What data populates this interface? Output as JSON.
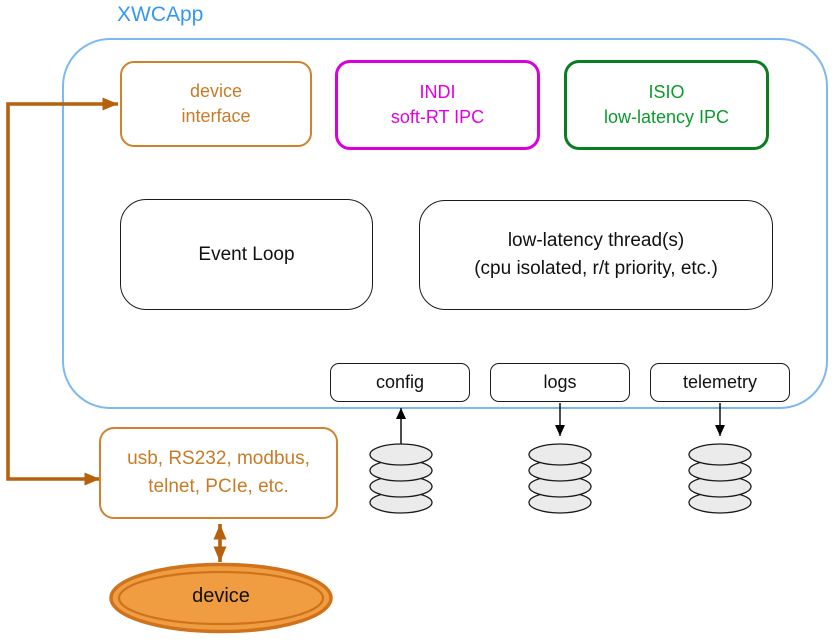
{
  "title": "XWCApp",
  "nodes": {
    "device_interface": {
      "label": "device\ninterface"
    },
    "indi": {
      "label": "INDI\nsoft-RT IPC"
    },
    "isio": {
      "label": "ISIO\nlow-latency IPC"
    },
    "event_loop": {
      "label": "Event Loop"
    },
    "low_latency_threads": {
      "label": "low-latency thread(s)\n(cpu isolated, r/t priority, etc.)"
    },
    "config": {
      "label": "config"
    },
    "logs": {
      "label": "logs"
    },
    "telemetry": {
      "label": "telemetry"
    },
    "usb_interfaces": {
      "label": "usb, RS232, modbus,\ntelnet, PCIe, etc."
    },
    "device": {
      "label": "device"
    }
  },
  "icons": {
    "config_store": "database-icon",
    "logs_store": "database-icon",
    "telemetry_store": "database-icon"
  },
  "edges": {
    "usb_to_device_interface": "bidirectional-orange-bracket-arrow",
    "usb_to_device": "double-headed-orange-arrow",
    "config_store_to_config": "up-arrow",
    "logs_to_logs_store": "down-arrow",
    "telemetry_to_telemetry_store": "down-arrow"
  },
  "colors": {
    "app_title": "#3598f4",
    "container_border": "#7db9f2",
    "orange_border": "#d0832c",
    "orange_text": "#c87b28",
    "arrow_orange": "#b5610e",
    "magenta_border": "#d900d9",
    "magenta_text": "#e100e1",
    "green_border": "#0a7d20",
    "green_text": "#0b9b2d",
    "node_border": "#1b1b1b",
    "ellipse_fill": "#f09d41",
    "ellipse_stroke": "#cf721c",
    "cylinder_fill": "#ebebeb",
    "black_arrow": "#000000"
  }
}
